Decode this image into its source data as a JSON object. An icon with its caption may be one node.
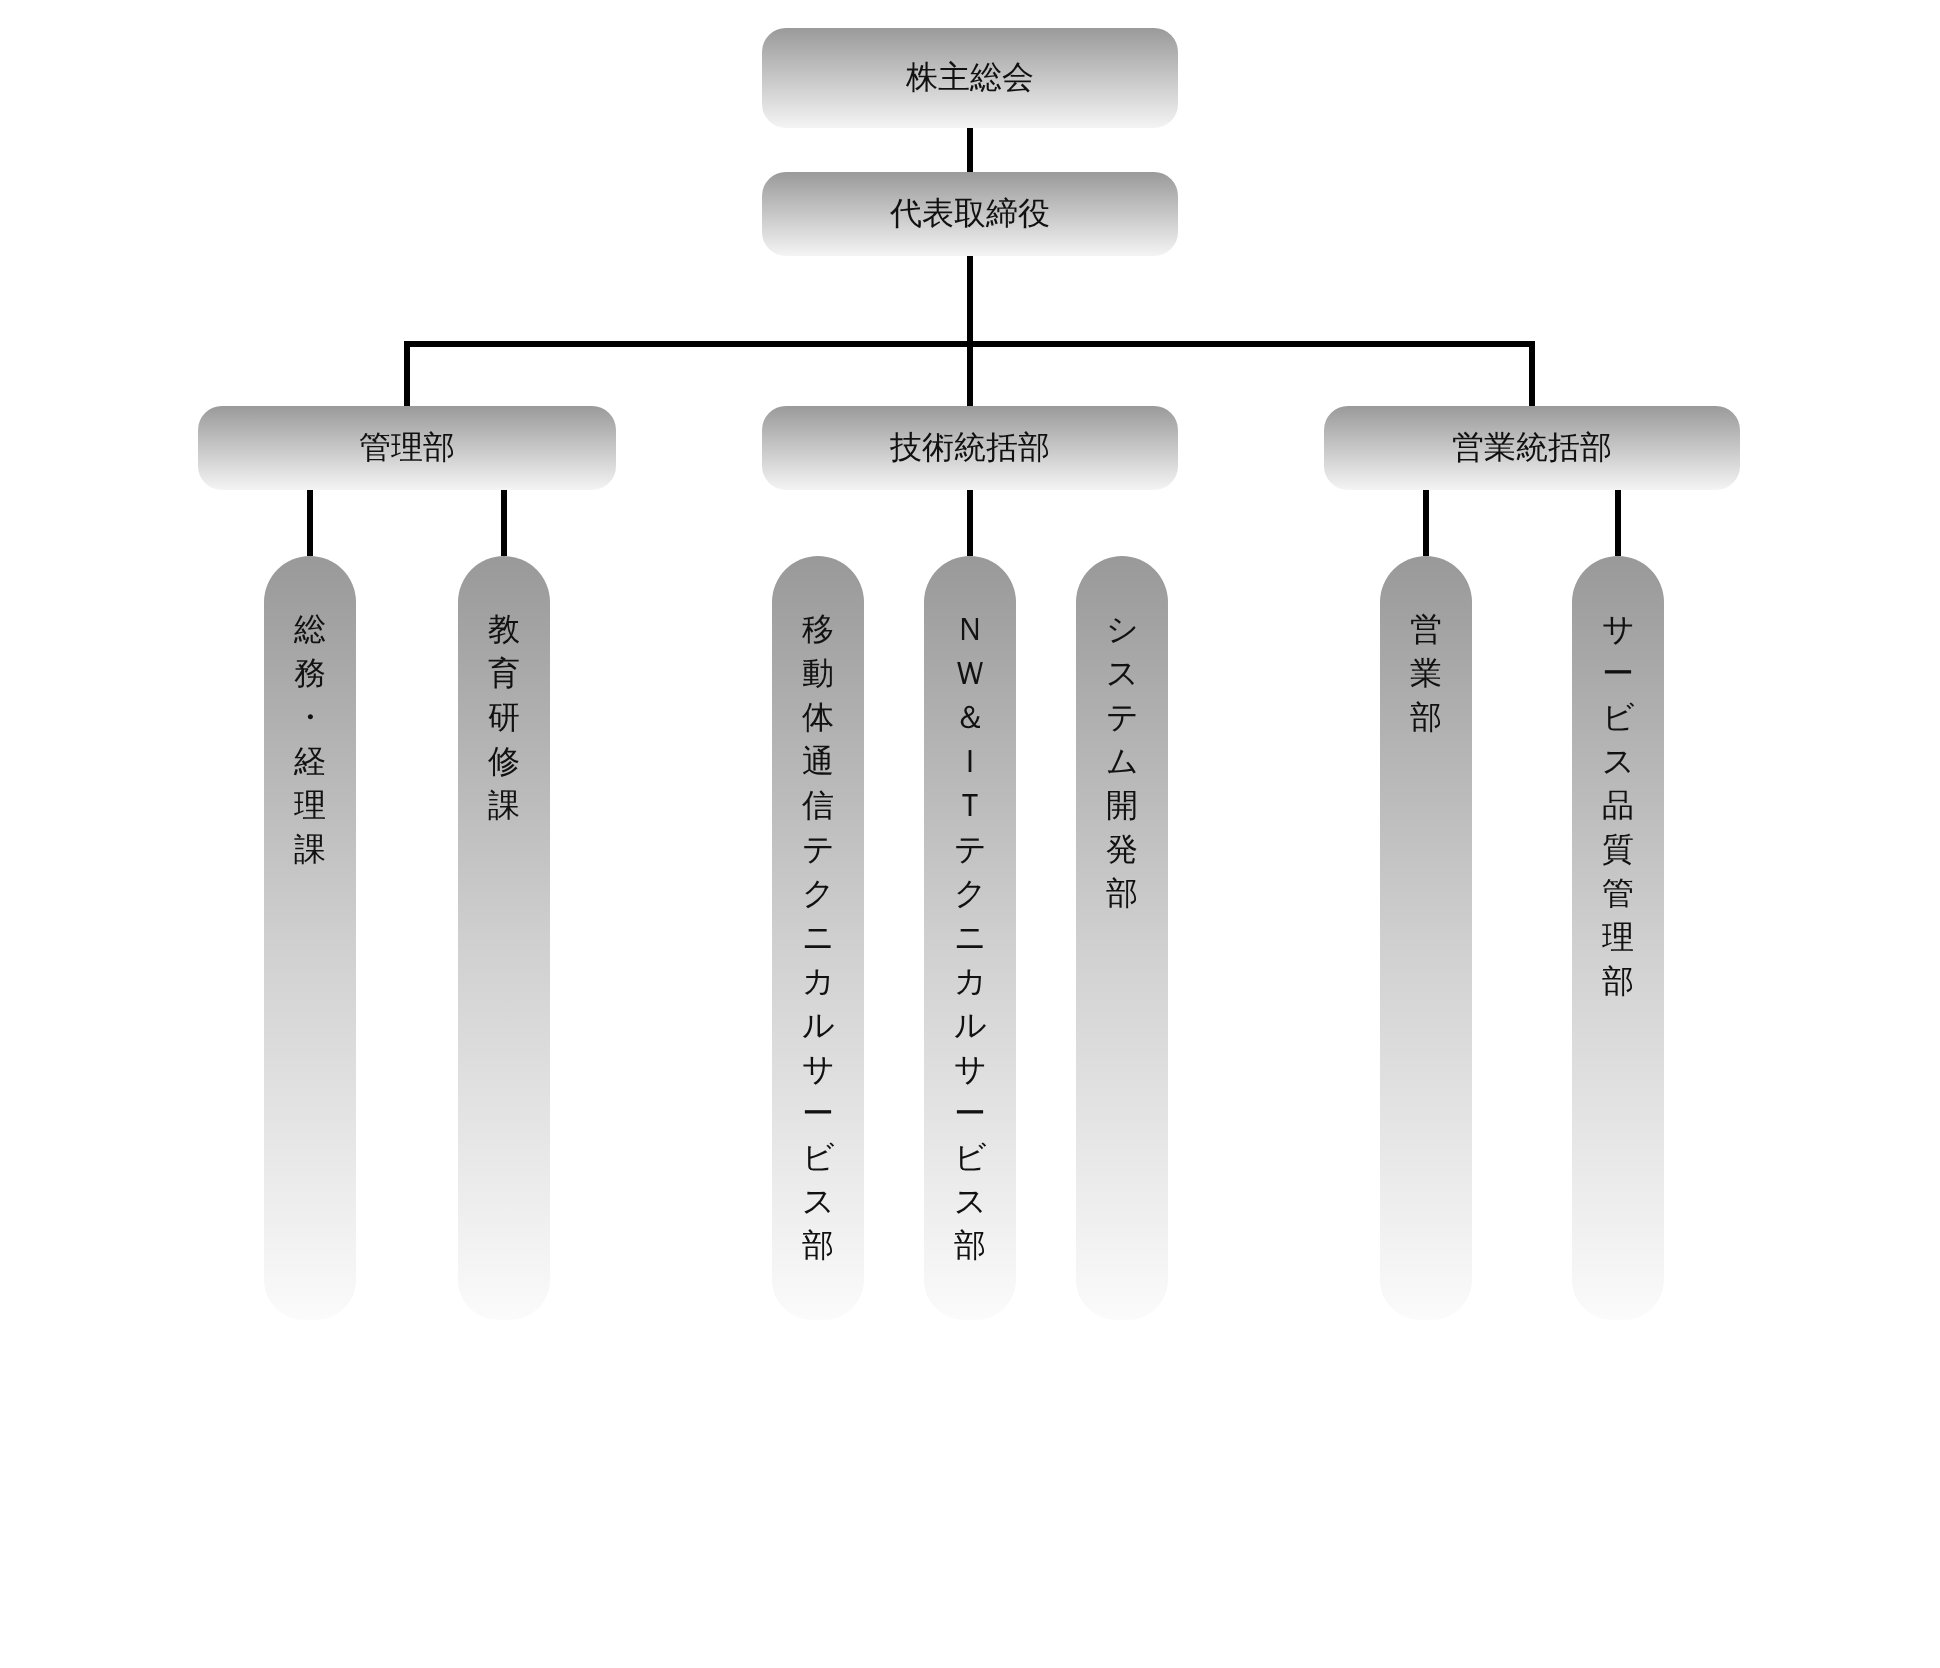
{
  "diagram": {
    "nodes": [
      {
        "text": [
          "株主総会"
        ]
      },
      {
        "text": [
          "代表取締役"
        ]
      },
      {
        "text": [
          "管理部"
        ]
      },
      {
        "text": [
          "技術統括部"
        ]
      },
      {
        "text": [
          "営業統括部"
        ]
      },
      {
        "text": [
          "総務・経理課"
        ]
      },
      {
        "text": [
          "教育研修課"
        ]
      },
      {
        "text": [
          "移動体通信テクニカルサービス部"
        ]
      },
      {
        "text": [
          "ＮＷ＆ＩＴテクニカルサービス部"
        ]
      },
      {
        "text": [
          "システム開発部"
        ]
      },
      {
        "text": [
          "営業部"
        ]
      },
      {
        "text": [
          "サービス品質管理部"
        ]
      }
    ],
    "edges": [
      {
        "from": 0,
        "to": 1,
        "arrow": "none"
      },
      {
        "from": 1,
        "to": 2,
        "arrow": "none"
      },
      {
        "from": 1,
        "to": 3,
        "arrow": "none"
      },
      {
        "from": 1,
        "to": 4,
        "arrow": "none"
      },
      {
        "from": 2,
        "to": 5,
        "arrow": "none"
      },
      {
        "from": 2,
        "to": 6,
        "arrow": "none"
      },
      {
        "from": 3,
        "to": 8,
        "arrow": "none"
      },
      {
        "from": 4,
        "to": 10,
        "arrow": "none"
      },
      {
        "from": 4,
        "to": 11,
        "arrow": "none"
      }
    ]
  }
}
